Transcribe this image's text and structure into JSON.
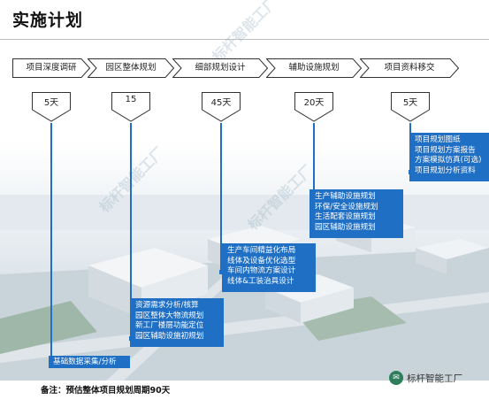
{
  "title": "实施计划",
  "phases": [
    {
      "label": "项目深度调研",
      "days": "5天"
    },
    {
      "label": "园区整体规划",
      "days": "15"
    },
    {
      "label": "细部规划设计",
      "days": "45天"
    },
    {
      "label": "辅助设施规划",
      "days": "20天"
    },
    {
      "label": "项目资料移交",
      "days": "5天"
    }
  ],
  "tasks": {
    "research": [
      "基础数据采集/分析"
    ],
    "park": [
      "资源需求分析/核算",
      "园区整体大物流规划",
      "新工厂楼层功能定位",
      "园区辅助设施初规划"
    ],
    "detail": [
      "生产车间精益化布局",
      "线体及设备优化选型",
      "车间内物流方案设计",
      "线体&工装治具设计"
    ],
    "aux": [
      "生产辅助设施规划",
      "环保/安全设施规划",
      "生活配套设施规划",
      "园区辅助设施规划"
    ],
    "handover": [
      "项目规划图纸",
      "项目规划方案报告",
      "方案模拟仿真(可选)",
      "项目规划分析资料"
    ]
  },
  "note": "备注：预估整体项目规划周期90天",
  "brand": "标杆智能工厂",
  "watermark": "标杆智能工厂",
  "colors": {
    "accent": "#1f6fc4"
  }
}
